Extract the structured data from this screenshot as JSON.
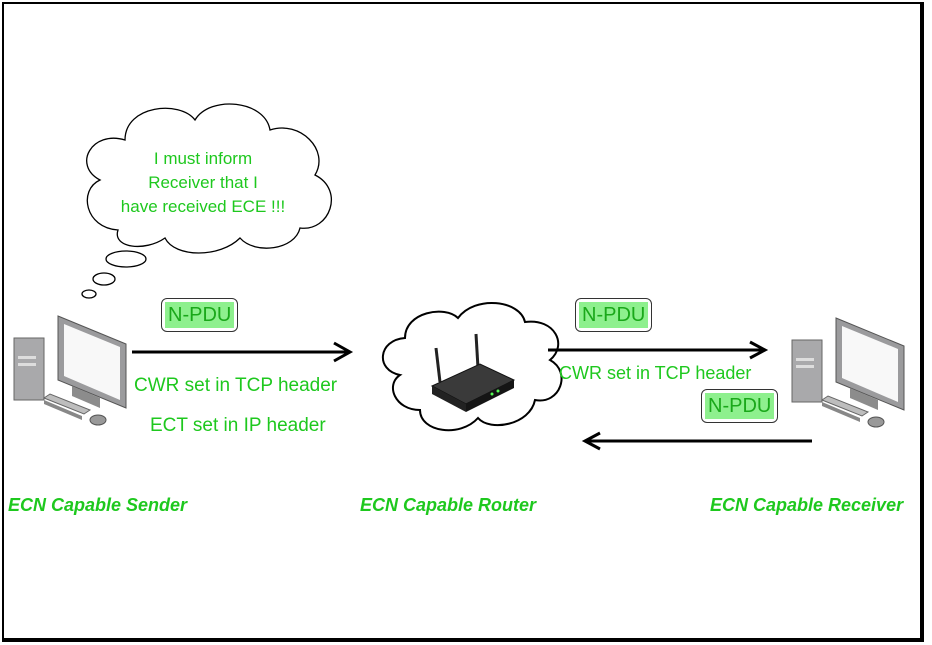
{
  "thought_bubble": {
    "text_lines": [
      "I must inform",
      "Receiver that I",
      "have received ECE !!!"
    ]
  },
  "sender_to_router": {
    "packet_label": "N-PDU",
    "line1": "CWR set in TCP header",
    "line2": "ECT set in IP header"
  },
  "router_to_receiver": {
    "packet_label": "N-PDU",
    "line1": "CWR set in TCP header"
  },
  "receiver_to_router": {
    "packet_label": "N-PDU"
  },
  "nodes": {
    "sender": "ECN Capable Sender",
    "router": "ECN Capable Router",
    "receiver": "ECN Capable Receiver"
  },
  "colors": {
    "text": "#1ec81e",
    "packet_fill": "#8ef08e"
  }
}
